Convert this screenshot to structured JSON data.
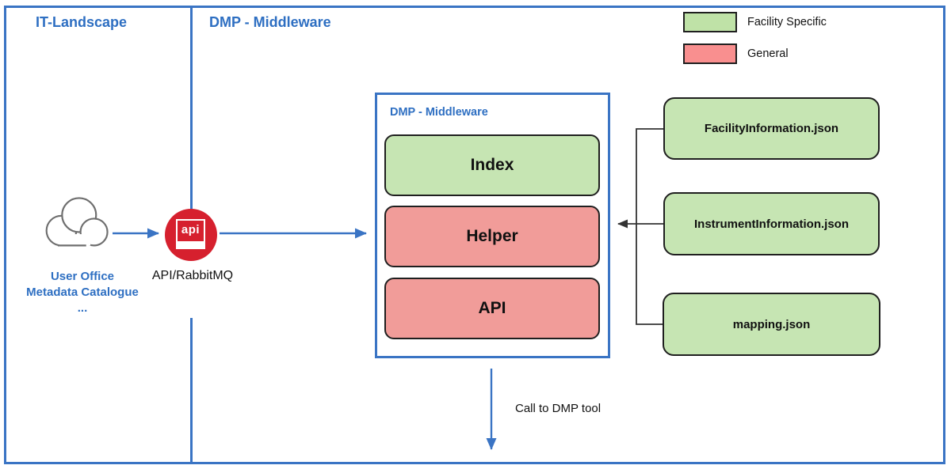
{
  "diagram": {
    "sections": {
      "left_title": "IT-Landscape",
      "middle_title": "DMP - Middleware"
    },
    "legend": {
      "facility": {
        "label": "Facility Specific",
        "color": "#bfe2a7"
      },
      "general": {
        "label": "General",
        "color": "#f98f8f"
      }
    },
    "source_node": {
      "line1": "User Office",
      "line2": "Metadata Catalogue",
      "line3": "..."
    },
    "api_node": {
      "icon_text": "api",
      "label": "API/RabbitMQ"
    },
    "middleware_box": {
      "title": "DMP - Middleware",
      "components": [
        {
          "label": "Index",
          "type": "facility-specific"
        },
        {
          "label": "Helper",
          "type": "general"
        },
        {
          "label": "API",
          "type": "general"
        }
      ]
    },
    "config_files": [
      {
        "label": "FacilityInformation.json"
      },
      {
        "label": "InstrumentInformation.json"
      },
      {
        "label": "mapping.json"
      }
    ],
    "flow_label": "Call to DMP tool",
    "colors": {
      "accent_blue": "#3a74c4",
      "facility_green": "#c6e5b3",
      "general_red": "#f19c99",
      "legend_red": "#f98f8f",
      "api_icon_red": "#d6202e",
      "connector_black": "#333333"
    }
  }
}
